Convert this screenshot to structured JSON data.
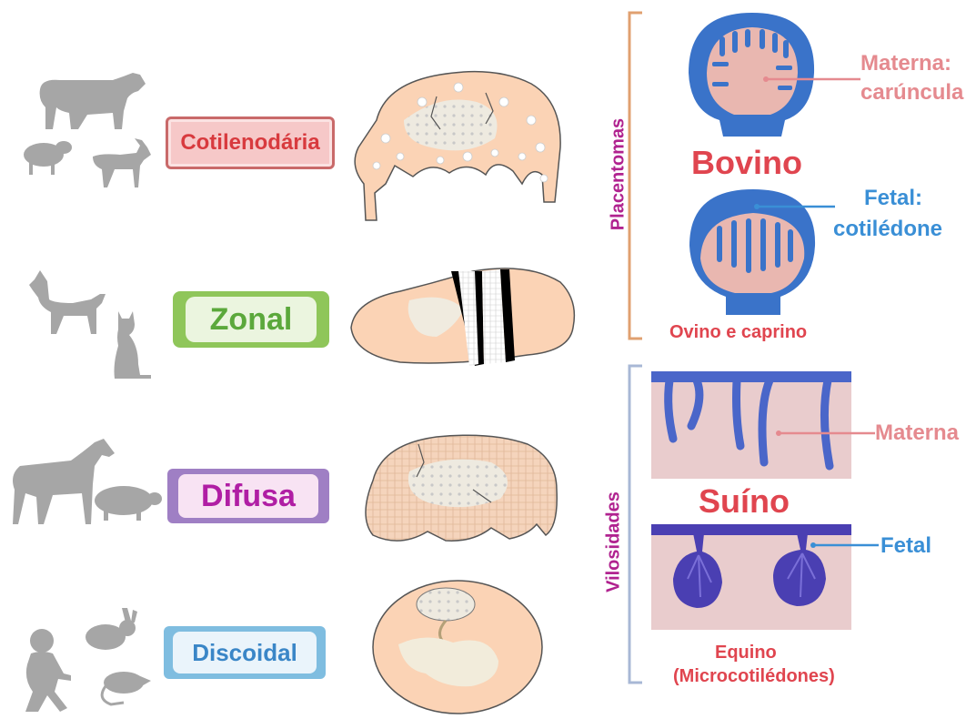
{
  "types": [
    {
      "key": "cot",
      "label": "Cotilenodária",
      "animals": [
        "cow-icon",
        "sheep-icon",
        "goat-icon"
      ]
    },
    {
      "key": "zon",
      "label": "Zonal",
      "animals": [
        "dog-icon",
        "cat-icon"
      ]
    },
    {
      "key": "dif",
      "label": "Difusa",
      "animals": [
        "horse-icon",
        "pig-icon"
      ]
    },
    {
      "key": "dis",
      "label": "Discoidal",
      "animals": [
        "baby-icon",
        "rabbit-icon",
        "rat-icon"
      ]
    }
  ],
  "right": {
    "group1": "Placentomas",
    "group2": "Vilosidades",
    "bovino": "Bovino",
    "materna_caruncula_1": "Materna:",
    "materna_caruncula_2": "carúncula",
    "fetal_cot_1": "Fetal:",
    "fetal_cot_2": "cotilédone",
    "ovino": "Ovino e caprino",
    "materna": "Materna",
    "suino": "Suíno",
    "fetal": "Fetal",
    "equino_1": "Equino",
    "equino_2": "(Microcotilédones)"
  },
  "colors": {
    "placenta": "#fbd3b5",
    "fetal_blue": "#3a73c9",
    "maternal_pink": "#e58a8f",
    "bovino_red": "#e0454f",
    "fetal_label_blue": "#3a8fd6",
    "group_purple": "#b0228f",
    "bracket_orange": "#e0a070",
    "bracket_blue": "#a8b8d6",
    "animal_gray": "#a6a6a6"
  }
}
